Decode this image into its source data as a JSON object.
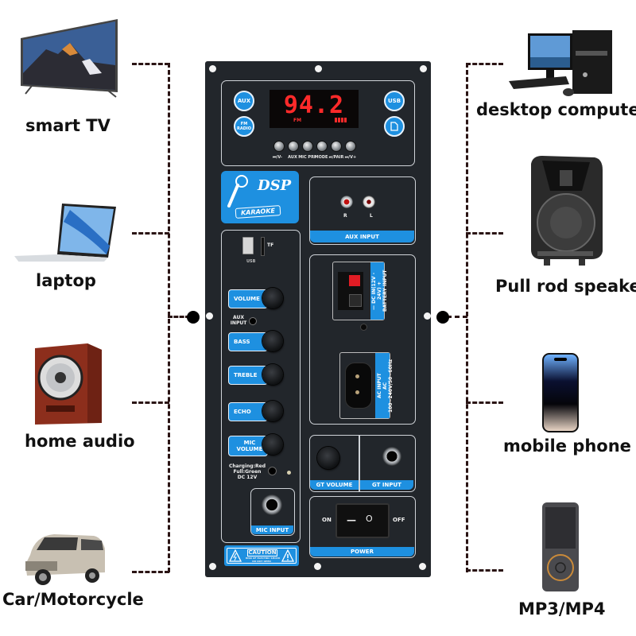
{
  "title": "DSP Karaoke Amplifier Board — Connection Diagram",
  "devices_left": [
    {
      "label": "smart TV",
      "icon": "smart-tv"
    },
    {
      "label": "laptop",
      "icon": "laptop"
    },
    {
      "label": "home audio",
      "icon": "bookshelf-speaker"
    },
    {
      "label": "Car/Motorcycle",
      "icon": "minivan"
    }
  ],
  "devices_right": [
    {
      "label": "desktop computer",
      "icon": "desktop-pc"
    },
    {
      "label": "Pull rod speaker",
      "icon": "trolley-speaker"
    },
    {
      "label": "mobile phone",
      "icon": "smartphone"
    },
    {
      "label": "MP3/MP4",
      "icon": "mp3-player"
    }
  ],
  "panel": {
    "display": {
      "value": "94.2",
      "mode": "FM"
    },
    "mode_buttons": {
      "aux": "AUX",
      "fm_radio": "FM RADIO",
      "usb": "USB",
      "sd": "SD"
    },
    "push_buttons": [
      "⏮/V-",
      "AUX",
      "MIC PRI",
      "MODE",
      "⏯/PAIR",
      "⏭/V+"
    ],
    "logo": {
      "brand": "DSP",
      "sub": "KARAOKE"
    },
    "usb_tf": {
      "tf": "TF",
      "usb": "USB"
    },
    "knobs": [
      "VOLUME",
      "BASS",
      "TREBLE",
      "ECHO",
      "MIC VOLUME"
    ],
    "aux_input_small": "AUX INPUT",
    "charging": [
      "Charging:Red",
      "Full:Green",
      "DC 12V"
    ],
    "mic_input": "MIC INPUT",
    "caution": {
      "title": "CAUTION",
      "line1": "RISK OF ELECTRIC SHOCK",
      "line2": "DO NOT OPEN"
    },
    "aux_input": {
      "label": "AUX INPUT",
      "r": "R",
      "l": "L"
    },
    "dc_input": {
      "line1": "— DC IN(12V - 24V) +",
      "line2": "BATTERY INPUT"
    },
    "ac_input": {
      "line1": "AC INPUT",
      "line2": "AC 100~240V/50~60Hz"
    },
    "gt_volume": "GT VOLUME",
    "gt_input": "GT INPUT",
    "power": {
      "label": "POWER",
      "on": "ON",
      "off": "OFF",
      "on_glyph": "—",
      "off_glyph": "O"
    }
  }
}
